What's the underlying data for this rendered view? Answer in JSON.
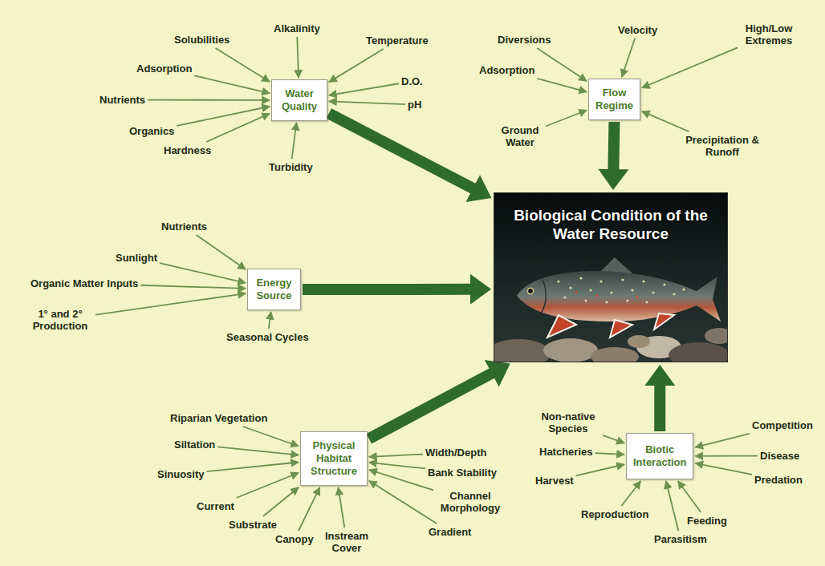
{
  "diagram": {
    "nodes": [
      {
        "text": [
          "Water Quality"
        ]
      },
      {
        "text": [
          "Flow Regime"
        ]
      },
      {
        "text": [
          "Biological Condition of the Water Resource"
        ]
      },
      {
        "text": [
          "Energy Source"
        ]
      },
      {
        "text": [
          "Physical Habitat Structure"
        ]
      },
      {
        "text": [
          "Biotic Interaction"
        ]
      }
    ],
    "edges": [
      {
        "from": 0,
        "to": 2,
        "arrow": "to"
      },
      {
        "from": 1,
        "to": 2,
        "arrow": "to"
      },
      {
        "from": 3,
        "to": 2,
        "arrow": "to"
      },
      {
        "from": 4,
        "to": 2,
        "arrow": "to"
      },
      {
        "from": 5,
        "to": 2,
        "arrow": "to"
      }
    ],
    "labels": [
      "Alkalinity",
      "Velocity",
      "High/Low Extremes",
      "Solubilities",
      "Temperature",
      "Diversions",
      "Adsorption",
      "Adsorption",
      "D.O.",
      "Nutrients",
      "pH",
      "Organics",
      "Ground Water",
      "Precipitation & Runoff",
      "Hardness",
      "Turbidity",
      "Nutrients",
      "Sunlight",
      "Organic Matter Inputs",
      "1° and 2° Production",
      "Seasonal Cycles",
      "Riparian Vegetation",
      "Non-native Species",
      "Competition",
      "Siltation",
      "Width/Depth",
      "Hatcheries",
      "Disease",
      "Bank Stability",
      "Sinuosity",
      "Harvest",
      "Predation",
      "Channel Morphology",
      "Current",
      "Reproduction",
      "Feeding",
      "Substrate",
      "Gradient",
      "Canopy",
      "Parasitism",
      "Instream Cover"
    ]
  }
}
